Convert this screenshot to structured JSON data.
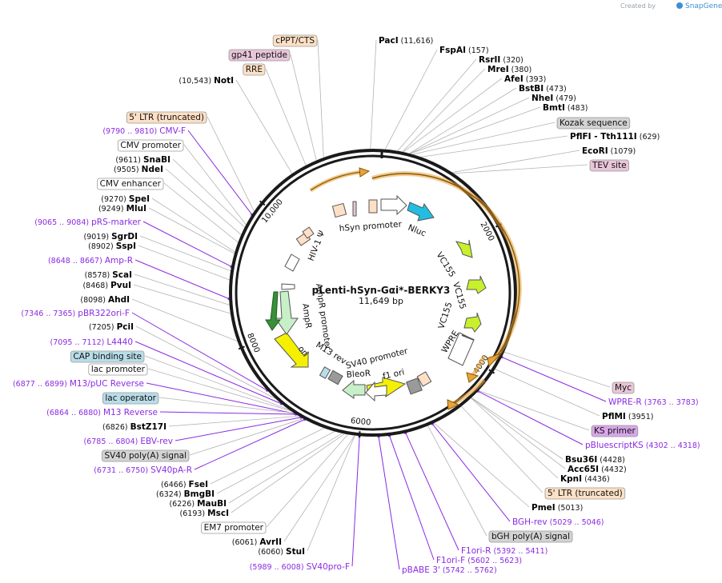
{
  "credit": {
    "prefix": "Created by",
    "brand": "SnapGene"
  },
  "plasmid": {
    "name": "pLenti-hSyn-Gαi*-BERKY3",
    "size_label": "11,649 bp",
    "length": 11649
  },
  "ticks": [
    {
      "pos": 2000,
      "label": "2000"
    },
    {
      "pos": 4000,
      "label": "4000"
    },
    {
      "pos": 6000,
      "label": "6000"
    },
    {
      "pos": 8000,
      "label": "8000"
    },
    {
      "pos": 10000,
      "label": "10,000"
    }
  ],
  "colors": {
    "backbone": "#1a1a1a",
    "enzyme": "#000000",
    "primer": "#8a2be2",
    "leader": "#b3b3b3",
    "primer_leader": "#8a2be2",
    "feature_peach": "#fde0c5",
    "feature_pink": "#e8c5d8",
    "feature_gray": "#d3d3d3",
    "feature_blue": "#b8dde9",
    "feature_purple": "#d8a6e8",
    "orange_arc": "#e8a33c",
    "nluc": "#22bde0",
    "vc155": "#c8f02c",
    "ori": "#f5f000",
    "ampr": "#c8f0c8",
    "bleor": "#c8f0c8"
  },
  "labels_left": [
    {
      "text": "(10,543)",
      "bold": "NotI",
      "type": "enzyme",
      "pos": 10543
    },
    {
      "text": "5' LTR (truncated)",
      "type": "box",
      "color": "peach",
      "pos": 9850
    },
    {
      "text": "(9790 .. 9810)",
      "bold": "CMV-F",
      "type": "primer",
      "pos": 9800
    },
    {
      "text": "CMV promoter",
      "type": "box",
      "color": "white",
      "pos": 9650
    },
    {
      "text": "(9611)",
      "bold": "SnaBI",
      "type": "enzyme",
      "pos": 9611
    },
    {
      "text": "(9505)",
      "bold": "NdeI",
      "type": "enzyme",
      "pos": 9505
    },
    {
      "text": "CMV enhancer",
      "type": "box",
      "color": "white",
      "pos": 9400
    },
    {
      "text": "(9270)",
      "bold": "SpeI",
      "type": "enzyme",
      "pos": 9270
    },
    {
      "text": "(9249)",
      "bold": "MluI",
      "type": "enzyme",
      "pos": 9249
    },
    {
      "text": "(9065 .. 9084)",
      "bold": "pRS-marker",
      "type": "primer",
      "pos": 9075
    },
    {
      "text": "(9019)",
      "bold": "SgrDI",
      "type": "enzyme",
      "pos": 9019
    },
    {
      "text": "(8902)",
      "bold": "SspI",
      "type": "enzyme",
      "pos": 8902
    },
    {
      "text": "(8648 .. 8667)",
      "bold": "Amp-R",
      "type": "primer",
      "pos": 8658
    },
    {
      "text": "(8578)",
      "bold": "ScaI",
      "type": "enzyme",
      "pos": 8578
    },
    {
      "text": "(8468)",
      "bold": "PvuI",
      "type": "enzyme",
      "pos": 8468
    },
    {
      "text": "(8098)",
      "bold": "AhdI",
      "type": "enzyme",
      "pos": 8098
    },
    {
      "text": "(7346 .. 7365)",
      "bold": "pBR322ori-F",
      "type": "primer",
      "pos": 7355
    },
    {
      "text": "(7205)",
      "bold": "PciI",
      "type": "enzyme",
      "pos": 7205
    },
    {
      "text": "(7095 .. 7112)",
      "bold": "L4440",
      "type": "primer",
      "pos": 7103
    },
    {
      "text": "CAP binding site",
      "type": "box",
      "color": "blue",
      "pos": 6980
    },
    {
      "text": "lac promoter",
      "type": "box",
      "color": "white",
      "pos": 6950
    },
    {
      "text": "(6877 .. 6899)",
      "bold": "M13/pUC Reverse",
      "type": "primer",
      "pos": 6888
    },
    {
      "text": "lac operator",
      "type": "box",
      "color": "blue",
      "pos": 6900
    },
    {
      "text": "(6864 .. 6880)",
      "bold": "M13 Reverse",
      "type": "primer",
      "pos": 6872
    },
    {
      "text": "(6826)",
      "bold": "BstZ17I",
      "type": "enzyme",
      "pos": 6826
    },
    {
      "text": "(6785 .. 6804)",
      "bold": "EBV-rev",
      "type": "primer",
      "pos": 6795
    },
    {
      "text": "SV40 poly(A) signal",
      "type": "box",
      "color": "gray",
      "pos": 6760
    },
    {
      "text": "(6731 .. 6750)",
      "bold": "SV40pA-R",
      "type": "primer",
      "pos": 6740
    },
    {
      "text": "(6466)",
      "bold": "FseI",
      "type": "enzyme",
      "pos": 6466
    },
    {
      "text": "(6324)",
      "bold": "BmgBI",
      "type": "enzyme",
      "pos": 6324
    },
    {
      "text": "(6226)",
      "bold": "MauBI",
      "type": "enzyme",
      "pos": 6226
    },
    {
      "text": "(6193)",
      "bold": "MscI",
      "type": "enzyme",
      "pos": 6193
    },
    {
      "text": "EM7 promoter",
      "type": "box",
      "color": "white",
      "pos": 6150
    },
    {
      "text": "(6061)",
      "bold": "AvrII",
      "type": "enzyme",
      "pos": 6061
    },
    {
      "text": "(6060)",
      "bold": "StuI",
      "type": "enzyme",
      "pos": 6060
    },
    {
      "text": "(5989 .. 6008)",
      "bold": "SV40pro-F",
      "type": "primer",
      "pos": 5998
    }
  ],
  "labels_top": [
    {
      "text": "cPPT/CTS",
      "type": "box",
      "color": "peach",
      "pos": 11000
    },
    {
      "text": "gp41 peptide",
      "type": "box",
      "color": "pink",
      "pos": 10900
    },
    {
      "text": "RRE",
      "type": "box",
      "color": "peach",
      "pos": 10750
    },
    {
      "bold": "PacI",
      "text": "(11,616)",
      "type": "enzyme_r",
      "pos": 11616
    }
  ],
  "labels_right": [
    {
      "bold": "FspAI",
      "text": "(157)",
      "type": "enzyme_r",
      "pos": 157
    },
    {
      "bold": "RsrII",
      "text": "(320)",
      "type": "enzyme_r",
      "pos": 320
    },
    {
      "bold": "MreI",
      "text": "(380)",
      "type": "enzyme_r",
      "pos": 380
    },
    {
      "bold": "AfeI",
      "text": "(393)",
      "type": "enzyme_r",
      "pos": 393
    },
    {
      "bold": "BstBI",
      "text": "(473)",
      "type": "enzyme_r",
      "pos": 473
    },
    {
      "bold": "NheI",
      "text": "(479)",
      "type": "enzyme_r",
      "pos": 479
    },
    {
      "bold": "BmtI",
      "text": "(483)",
      "type": "enzyme_r",
      "pos": 483
    },
    {
      "text": "Kozak sequence",
      "type": "box",
      "color": "gray",
      "pos": 520
    },
    {
      "bold": "PflFI - Tth111I",
      "text": "(629)",
      "type": "enzyme_r",
      "pos": 629
    },
    {
      "bold": "EcoRI",
      "text": "(1079)",
      "type": "enzyme_r",
      "pos": 1079
    },
    {
      "text": "TEV site",
      "type": "box",
      "color": "pink",
      "pos": 1100
    },
    {
      "text": "Myc",
      "type": "box",
      "color": "pink",
      "pos": 3700
    },
    {
      "bold": "WPRE-R",
      "text": "(3763 .. 3783)",
      "type": "primer_r",
      "pos": 3773
    },
    {
      "bold": "PflMI",
      "text": "(3951)",
      "type": "enzyme_r",
      "pos": 3951
    },
    {
      "text": "KS primer",
      "type": "box",
      "color": "purple",
      "pos": 4300
    },
    {
      "bold": "pBluescriptKS",
      "text": "(4302 .. 4318)",
      "type": "primer_r",
      "pos": 4310
    },
    {
      "bold": "Bsu36I",
      "text": "(4428)",
      "type": "enzyme_r",
      "pos": 4428
    },
    {
      "bold": "Acc65I",
      "text": "(4432)",
      "type": "enzyme_r",
      "pos": 4432
    },
    {
      "bold": "KpnI",
      "text": "(4436)",
      "type": "enzyme_r",
      "pos": 4436
    },
    {
      "text": "5' LTR (truncated)",
      "type": "box",
      "color": "peach",
      "pos": 4600
    },
    {
      "bold": "PmeI",
      "text": "(5013)",
      "type": "enzyme_r",
      "pos": 5013
    },
    {
      "bold": "BGH-rev",
      "text": "(5029 .. 5046)",
      "type": "primer_r",
      "pos": 5037
    },
    {
      "text": "bGH poly(A) signal",
      "type": "box",
      "color": "gray",
      "pos": 5100
    },
    {
      "bold": "F1ori-R",
      "text": "(5392 .. 5411)",
      "type": "primer_r",
      "pos": 5401
    },
    {
      "bold": "F1ori-F",
      "text": "(5602 .. 5623)",
      "type": "primer_r",
      "pos": 5612
    },
    {
      "bold": "pBABE 3'",
      "text": "(5742 .. 5762)",
      "type": "primer_r",
      "pos": 5752
    }
  ],
  "inner_labels": [
    {
      "text": "hSyn promoter"
    },
    {
      "text": "Nluc"
    },
    {
      "text": "VC155"
    },
    {
      "text": "VC155"
    },
    {
      "text": "VC155"
    },
    {
      "text": "WPRE"
    },
    {
      "text": "f1 ori"
    },
    {
      "text": "BleoR"
    },
    {
      "text": "SV40 promoter"
    },
    {
      "text": "M13 rev"
    },
    {
      "text": "ori"
    },
    {
      "text": "AmpR"
    },
    {
      "text": "AmpR promoter"
    },
    {
      "text": "HIV-1 Ψ"
    }
  ]
}
